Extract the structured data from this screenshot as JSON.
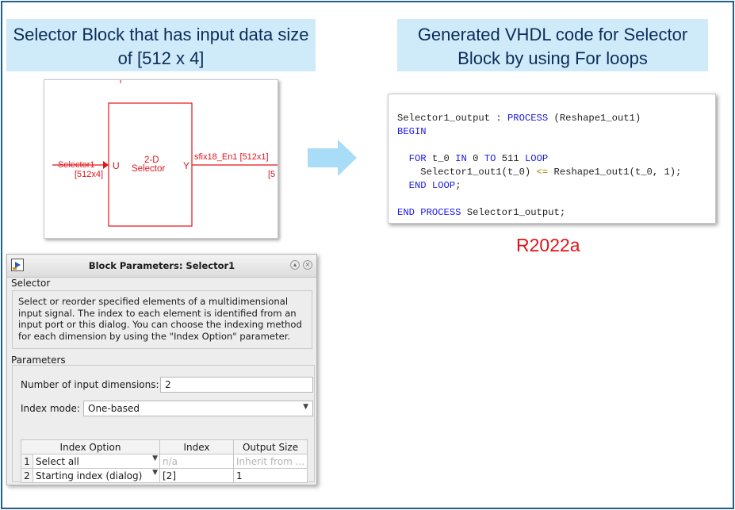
{
  "captions": {
    "left": "Selector Block that has input data size of [512 x 4]",
    "right": "Generated VHDL code for Selector Block by using For loops"
  },
  "diagram": {
    "block_label_line1": "2-D",
    "block_label_line2": "Selector",
    "port_in": "U",
    "port_out": "Y",
    "input_signal": "Selector1",
    "input_dims": "[512x4]",
    "output_signal": "sfix18_En1 [512x1]",
    "output_dims": "[5",
    "line_color": "#e0141b"
  },
  "code": {
    "line1": {
      "name": "Selector1_output",
      "sep": " : ",
      "kw": "PROCESS",
      "args": " (Reshape1_out1)"
    },
    "line2": {
      "kw": "BEGIN"
    },
    "line3": {
      "for": "FOR",
      "var": " t_0 ",
      "in": "IN",
      "from": " 0 ",
      "to": "TO",
      "limit": " 511 ",
      "loop": "LOOP"
    },
    "line4": {
      "lhs": "Selector1_out1(t_0) ",
      "assign": "<=",
      "rhs": " Reshape1_out1(t_0, 1);"
    },
    "line5": {
      "end": "END",
      "loop": "LOOP",
      "semi": ";"
    },
    "line6": {
      "end": "END",
      "process": "PROCESS",
      "tail": " Selector1_output;"
    }
  },
  "release": "R2022a",
  "dialog": {
    "title": "Block Parameters: Selector1",
    "section": "Selector",
    "description": [
      "Select or reorder specified elements of a multidimensional",
      "input signal. The index to each element is identified from an",
      "input port or this dialog. You can choose the indexing method",
      "for each dimension by using the \"Index Option\" parameter."
    ],
    "parameters_label": "Parameters",
    "num_dims_label": "Number of input dimensions:",
    "num_dims_value": "2",
    "index_mode_label": "Index mode:",
    "index_mode_value": "One-based",
    "table": {
      "headers": [
        "Index Option",
        "Index",
        "Output Size"
      ],
      "rows": [
        {
          "num": "1",
          "option": "Select all",
          "index": "n/a",
          "output_size": "Inherit from ..."
        },
        {
          "num": "2",
          "option": "Starting index (dialog)",
          "index": "[2]",
          "output_size": "1"
        }
      ]
    }
  },
  "colors": {
    "caption_bg": "#cfeaf8",
    "caption_text": "#0c2d5b",
    "frame_border": "#1f5f8b",
    "accent_red": "#e0141b",
    "keyword_blue": "#1a1ae0",
    "arrow_fill": "#a9dcf6"
  }
}
